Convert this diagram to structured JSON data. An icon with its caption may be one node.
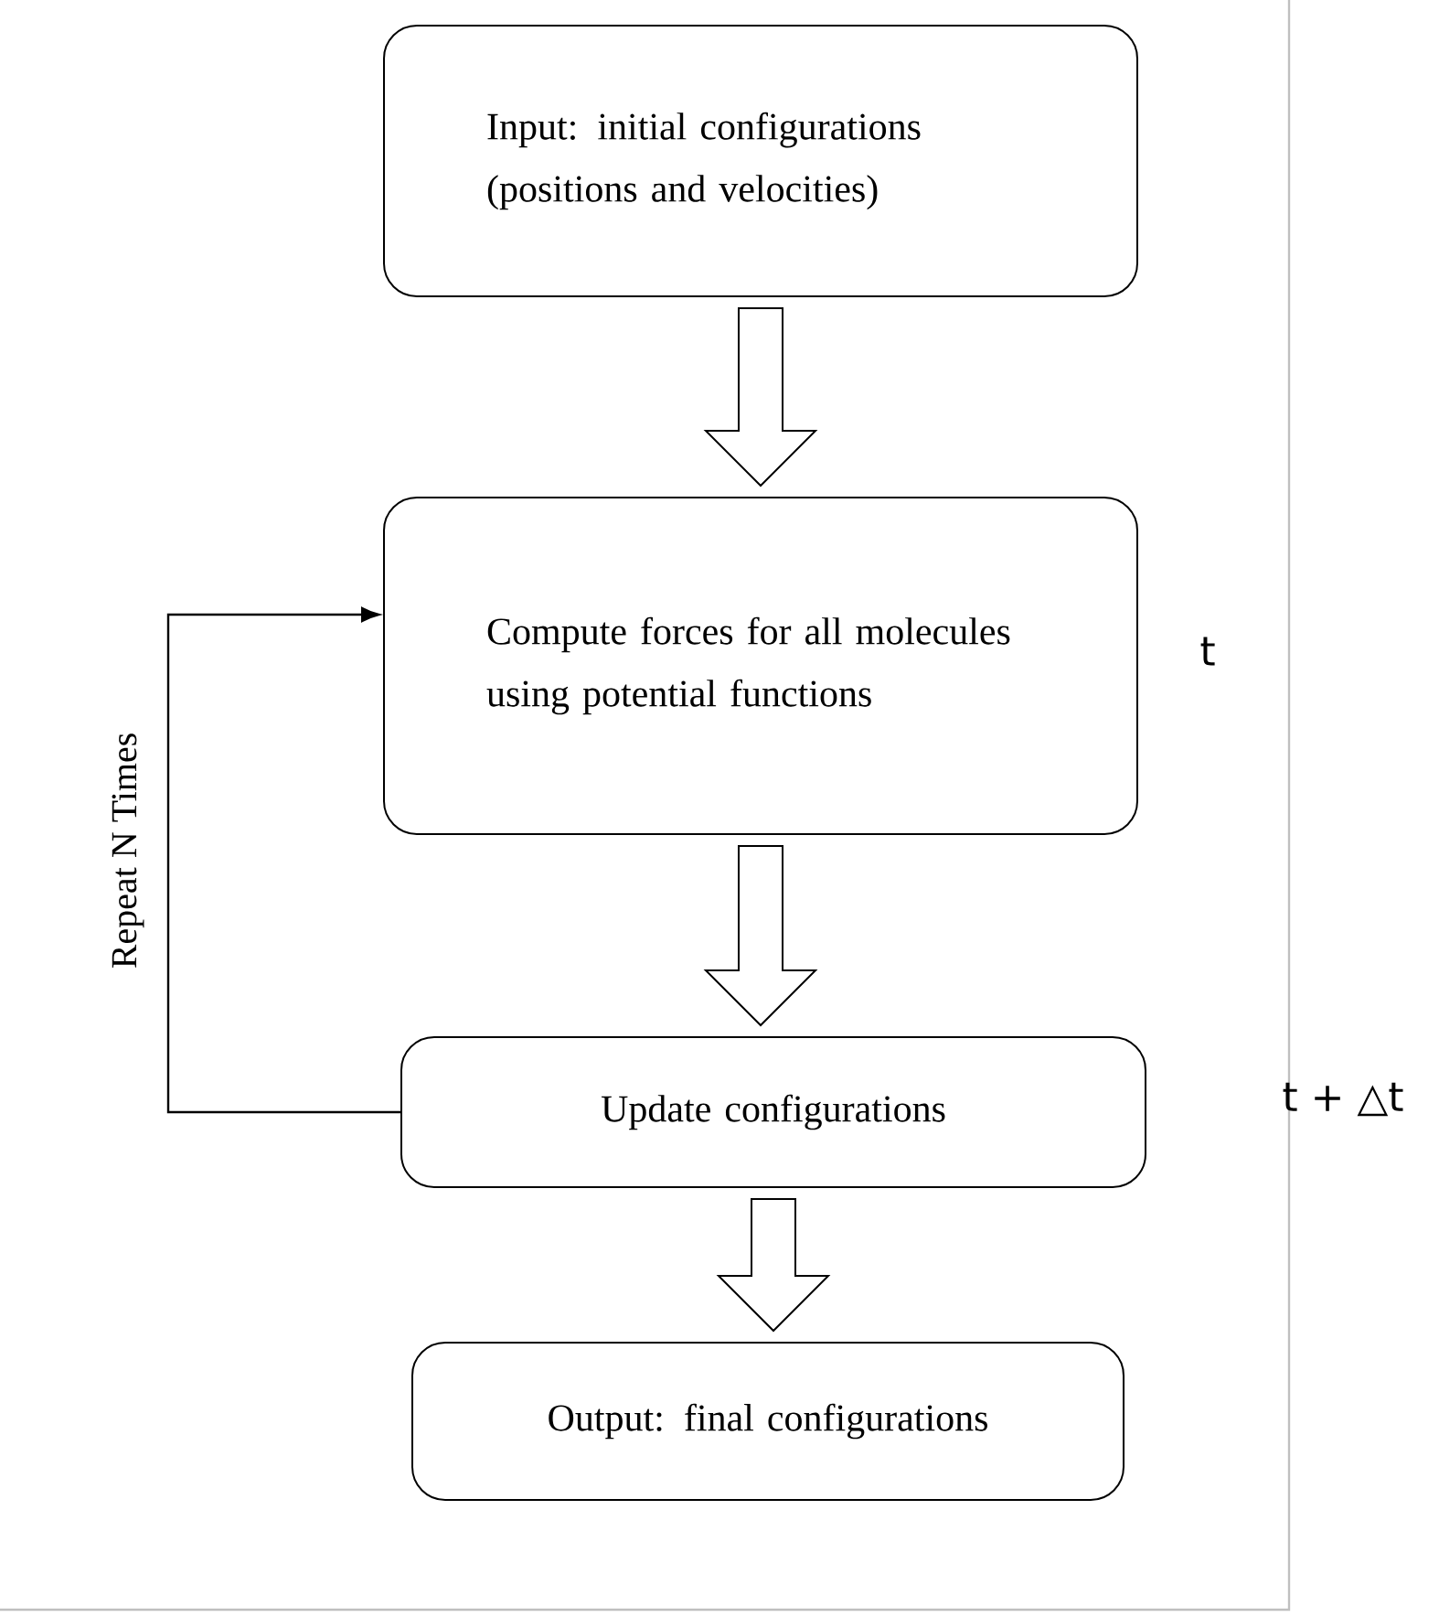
{
  "diagram": {
    "nodes": [
      {
        "text": [
          "Input: initial configurations (positions and velocities)"
        ]
      },
      {
        "text": [
          "Compute forces for all molecules using potential functions"
        ],
        "beside": [
          "t"
        ]
      },
      {
        "text": [
          "Update configurations"
        ],
        "beside": [
          "t + △t"
        ]
      },
      {
        "text": [
          "Output: final configurations"
        ]
      }
    ],
    "edges": [
      {
        "from": 0,
        "to": 1,
        "arrow": "to"
      },
      {
        "from": 1,
        "to": 2,
        "arrow": "to"
      },
      {
        "from": 2,
        "to": 3,
        "arrow": "to"
      },
      {
        "from": 2,
        "to": 1,
        "arrow": "to",
        "label": "Repeat N Times"
      }
    ]
  }
}
